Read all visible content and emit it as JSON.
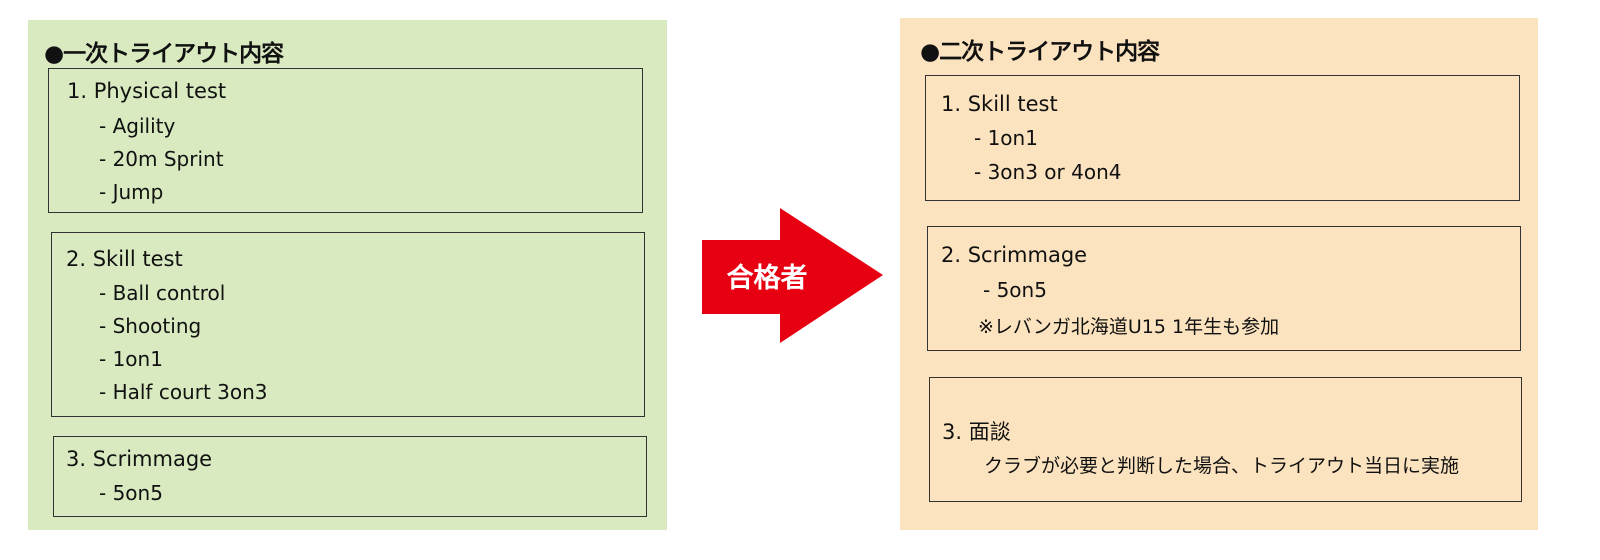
{
  "first": {
    "title": "●一次トライアウト内容",
    "sections": [
      {
        "heading": "1. Physical test",
        "items": [
          "- Agility",
          "- 20m Sprint",
          "- Jump"
        ]
      },
      {
        "heading": "2.  Skill test",
        "items": [
          "- Ball control",
          "- Shooting",
          "- 1on1",
          "- Half court 3on3"
        ]
      },
      {
        "heading": "3.  Scrimmage",
        "items": [
          "- 5on5"
        ]
      }
    ]
  },
  "arrow": {
    "label": "合格者",
    "color": "#e60012"
  },
  "second": {
    "title": "●二次トライアウト内容",
    "sections": [
      {
        "heading": "1.   Skill test",
        "items": [
          "- 1on1",
          "- 3on3 or 4on4"
        ]
      },
      {
        "heading": "2.   Scrimmage",
        "items": [
          "- 5on5"
        ],
        "note": "※レバンガ北海道U15 1年生も参加"
      },
      {
        "heading": "3.   面談",
        "items": [
          "クラブが必要と判断した場合、トライアウト当日に実施"
        ]
      }
    ]
  }
}
